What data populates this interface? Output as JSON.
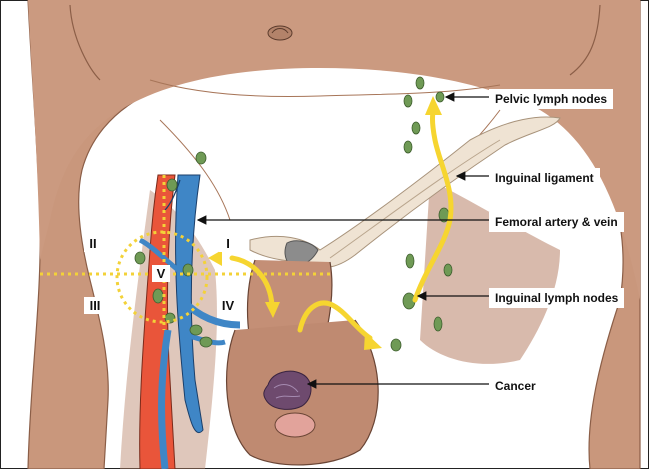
{
  "figure": {
    "callouts": {
      "pelvic_lymph_nodes": "Pelvic lymph nodes",
      "inguinal_ligament": "Inguinal ligament",
      "femoral_artery_vein": "Femoral artery & vein",
      "inguinal_lymph_nodes": "Inguinal lymph nodes",
      "cancer": "Cancer"
    },
    "zones": {
      "I": "I",
      "II": "II",
      "III": "III",
      "IV": "IV",
      "V": "V"
    },
    "colors": {
      "skin": "#c9977c",
      "skin_shadow": "#b07d63",
      "artery": "#e9553a",
      "vein": "#3f86c6",
      "lymph_node": "#6f9a55",
      "arrow": "#f6d530",
      "dotted_line": "#f3d238",
      "ligament": "#efe3d3",
      "tumor": "#6e4a6e"
    }
  }
}
